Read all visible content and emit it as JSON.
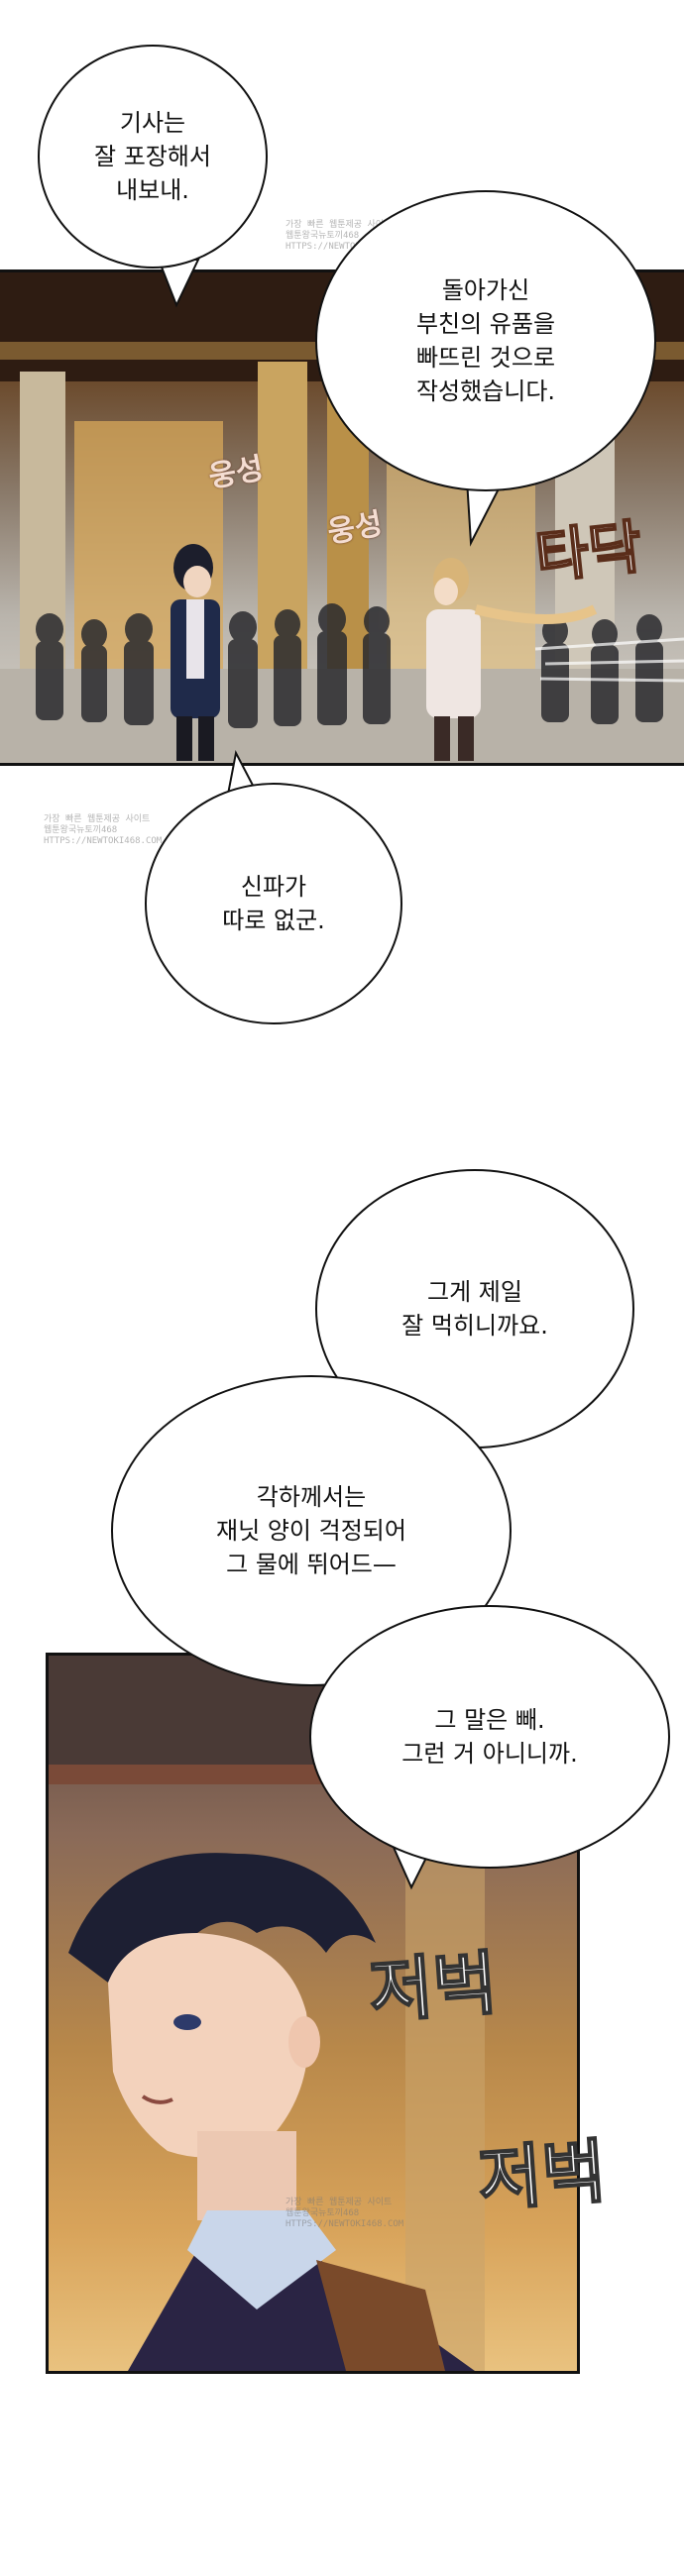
{
  "bubbles": [
    {
      "id": "b1",
      "lines": [
        "기사는",
        "잘 포장해서",
        "내보내."
      ]
    },
    {
      "id": "b2",
      "lines": [
        "돌아가신",
        "부친의 유품을",
        "빠뜨린 것으로",
        "작성했습니다."
      ]
    },
    {
      "id": "b3",
      "lines": [
        "신파가",
        "따로 없군."
      ]
    },
    {
      "id": "b4",
      "lines": [
        "그게 제일",
        "잘 먹히니까요."
      ]
    },
    {
      "id": "b5",
      "lines": [
        "각하께서는",
        "재닛 양이 걱정되어",
        "그 물에 뛰어드—"
      ]
    },
    {
      "id": "b6",
      "lines": [
        "그 말은 빼.",
        "그런 거 아니니까."
      ]
    }
  ],
  "sfx": {
    "woong1": "웅성",
    "woong2": "웅성",
    "tadak": "타닥",
    "jeobeok1": "저벅",
    "jeobeok2": "저벅"
  },
  "watermark": {
    "lines": [
      "가장 빠른 웹툰제공 사이트",
      "웹툰왕국뉴토끼468",
      "HTTPS://NEWTOKI468.COM"
    ]
  },
  "colors": {
    "panel_border": "#111111",
    "bubble_fill": "#ffffff",
    "text": "#111111"
  }
}
